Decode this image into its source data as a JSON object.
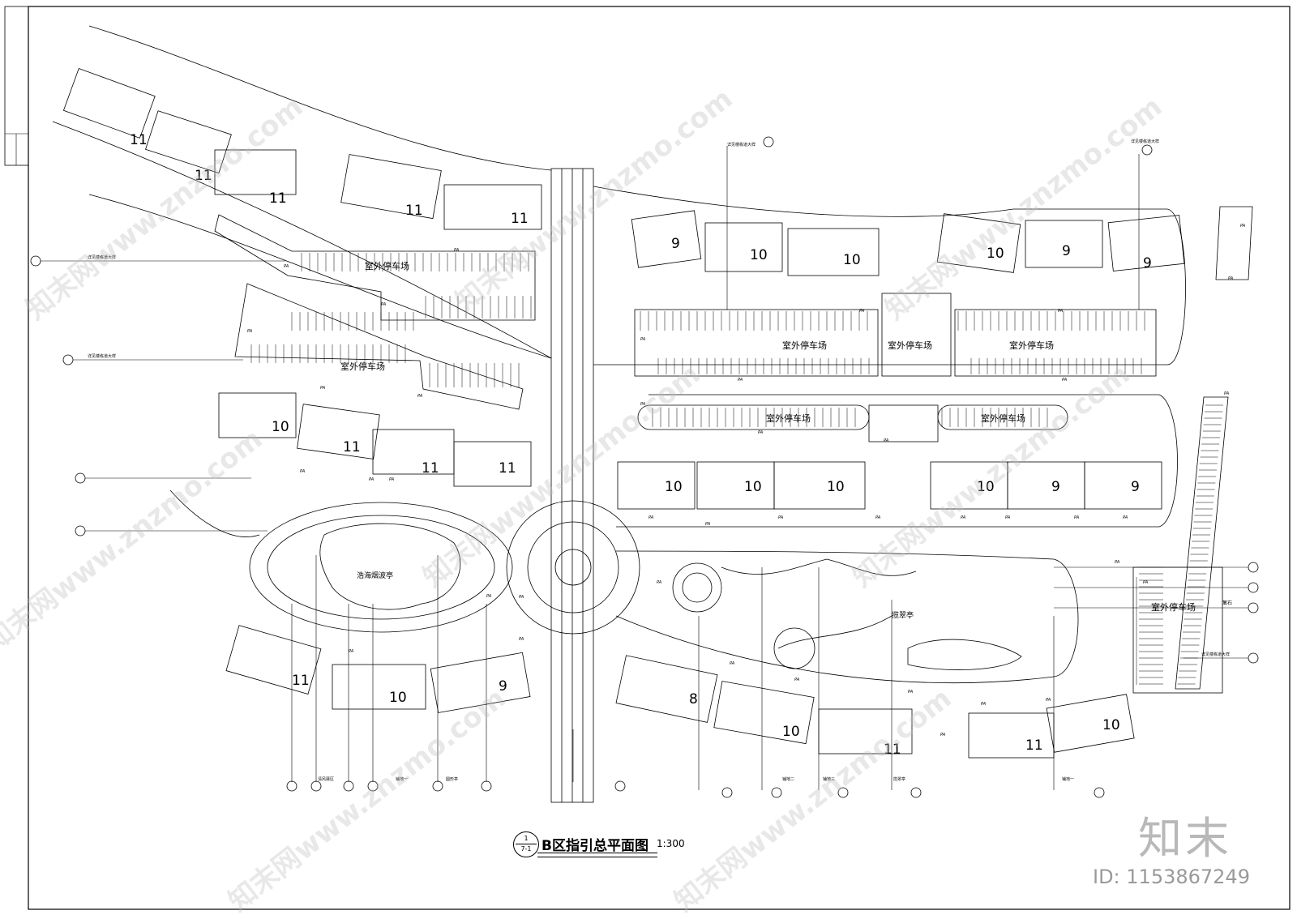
{
  "drawing": {
    "title": "B区指引总平面图",
    "scale": "1:300",
    "title_circle_top": "1",
    "title_circle_bottom": "7-1"
  },
  "watermark": {
    "brand": "知末",
    "id_label": "ID: 1153867249",
    "tile_text": "知末网www.znzmo.com"
  },
  "plazas": {
    "west": "浩海烟波亭",
    "east": "揽翠亭"
  },
  "parking_labels": [
    "室外停车场",
    "室外停车场",
    "室外停车场",
    "室外停车场",
    "室外停车场",
    "室外停车场",
    "室外停车场",
    "室外停车场"
  ],
  "building_numbers": [
    "11",
    "11",
    "11",
    "11",
    "11",
    "9",
    "10",
    "10",
    "10",
    "9",
    "9",
    "10",
    "11",
    "11",
    "11",
    "10",
    "10",
    "10",
    "10",
    "9",
    "9",
    "11",
    "10",
    "9",
    "8",
    "10",
    "11",
    "11",
    "10"
  ],
  "pa_marks": [
    "PA"
  ],
  "callout_notes": {
    "guide_north_1": "详见楼栋道大样",
    "guide_north_2": "详见楼栋道大样",
    "guide_west_1": "详见楼栋道大样",
    "guide_west_2": "详见楼栋道大样",
    "guide_east": "详见楼栋道大样",
    "fence": "篱石",
    "park_wind": "清风驿区",
    "circle_pavilion": "圆形亭",
    "paving_1": "铺地一",
    "paving_2": "铺地二",
    "paving_3": "铺地三",
    "pavilion": "揽翠亭"
  },
  "colors": {
    "line": "#000000",
    "watermark": "#bdbdbd"
  }
}
